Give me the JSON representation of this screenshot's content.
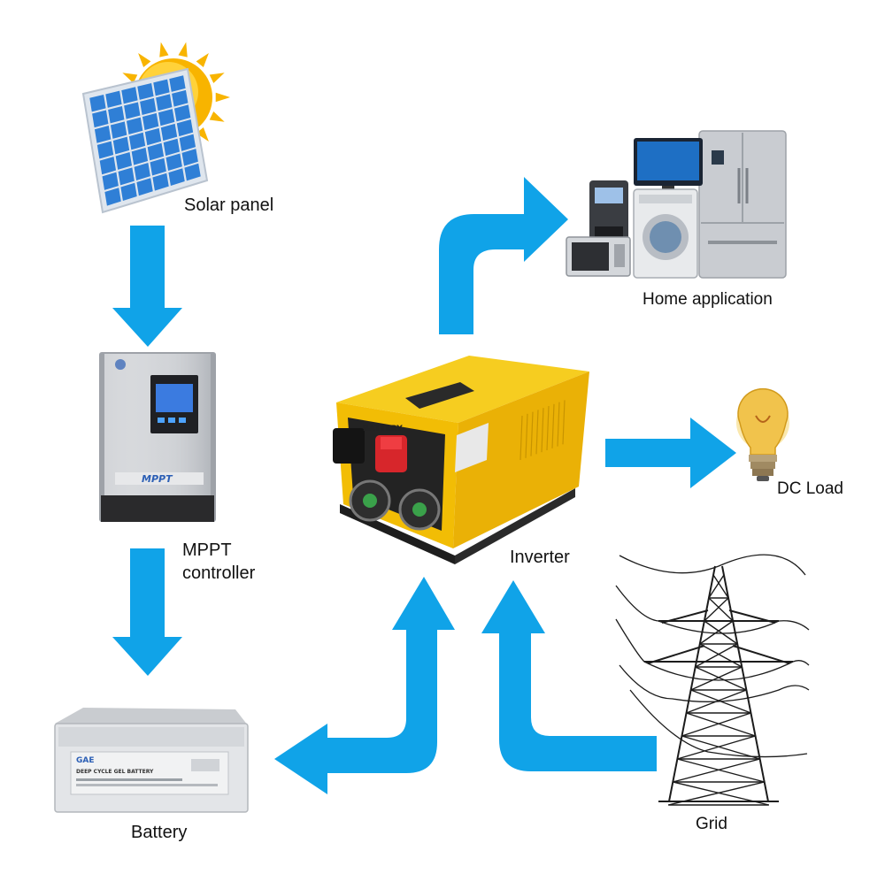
{
  "colors": {
    "arrow": "#10a3e8",
    "inverter_body": "#f4c20d",
    "inverter_dark": "#222222",
    "panel_cell": "#2f7fd6",
    "sun": "#f8b400",
    "battery_case": "#e2e4e6",
    "controller_case": "#b9bcc2"
  },
  "labels": {
    "solar_panel": "Solar panel",
    "mppt_line1": "MPPT",
    "mppt_line2": "controller",
    "battery": "Battery",
    "inverter": "Inverter",
    "home_application": "Home application",
    "dc_load": "DC Load",
    "grid": "Grid"
  },
  "device_text": {
    "controller_badge": "MPPT",
    "inverter_battery": "BATTERY",
    "battery_title": "DEEP CYCLE GEL BATTERY",
    "brand": "GAE"
  },
  "icons": [
    "sun-icon",
    "solar-panel-icon",
    "mppt-controller-icon",
    "inverter-icon",
    "battery-icon",
    "appliances-icon",
    "light-bulb-icon",
    "power-tower-icon"
  ]
}
